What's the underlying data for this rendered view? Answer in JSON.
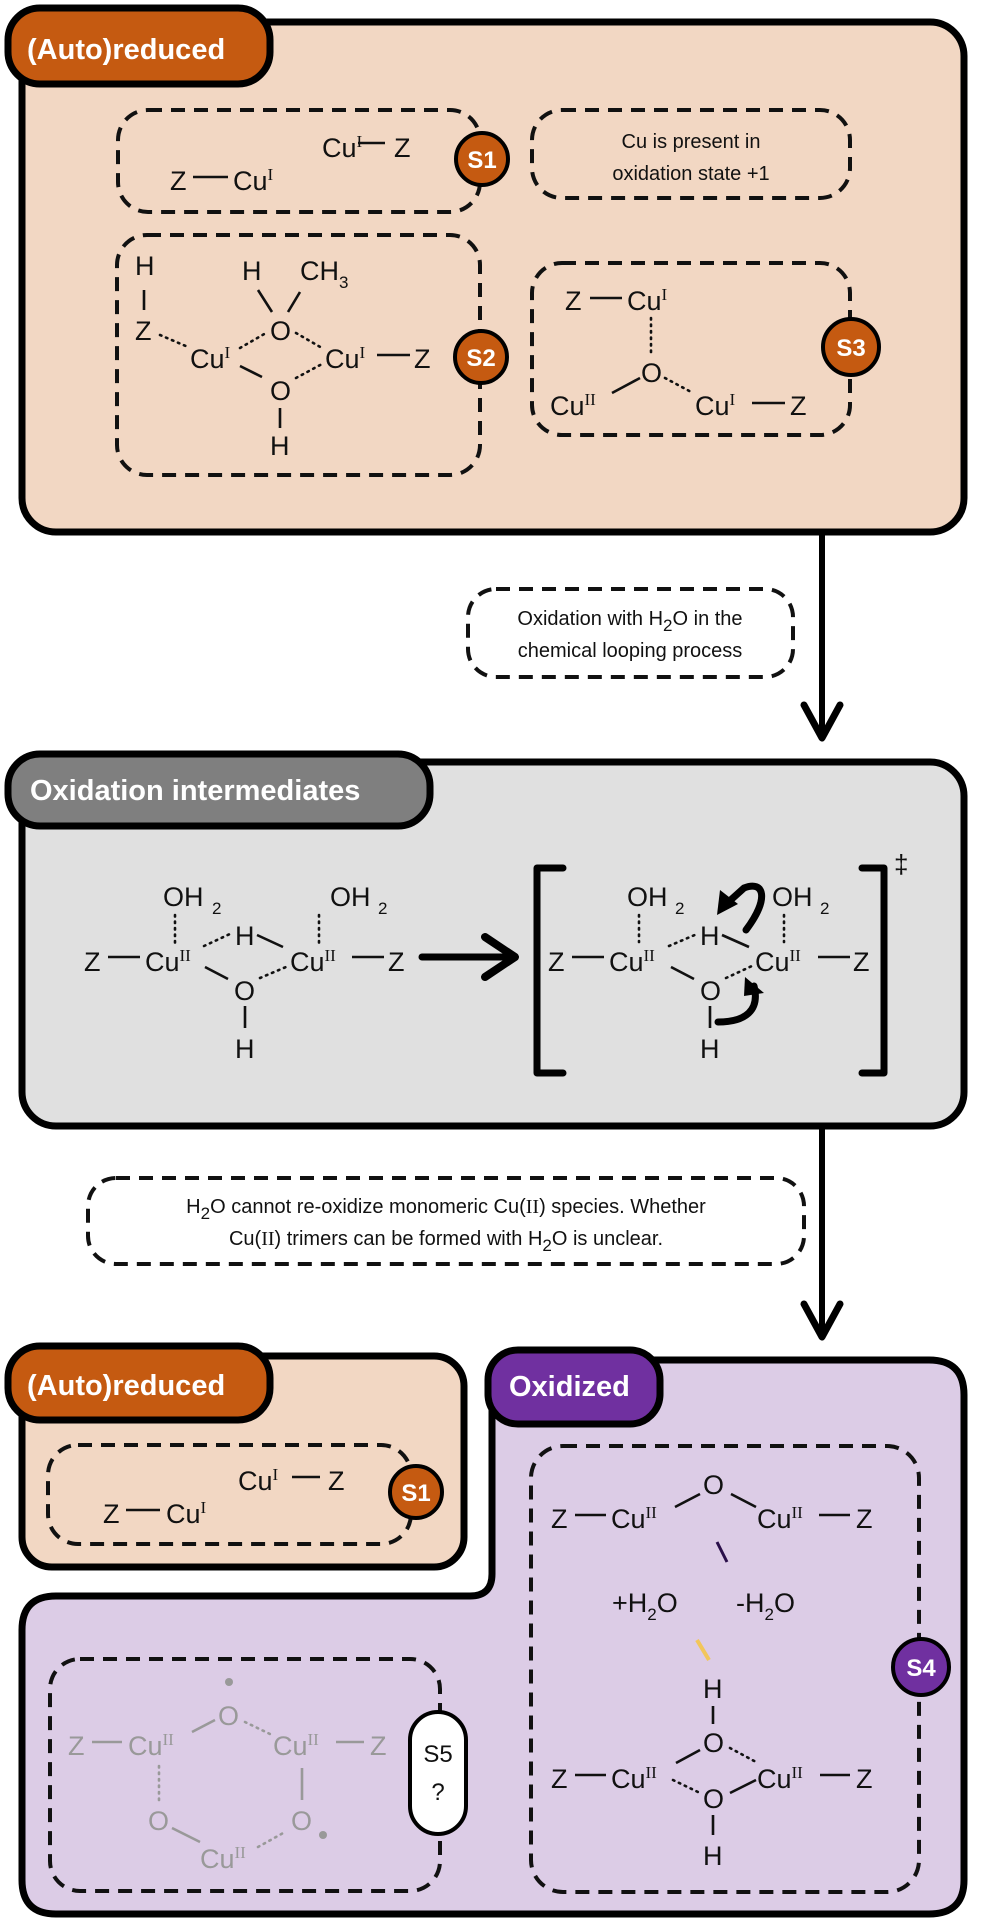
{
  "colors": {
    "reduced_fill": "#f2d7c3",
    "reduced_accent": "#c55a11",
    "intermediate_fill": "#e0e0e0",
    "intermediate_accent": "#7f7f7f",
    "oxidized_fill": "#dccce6",
    "oxidized_accent": "#7030a0",
    "s5_fill": "#efe7f4"
  },
  "panels": {
    "reduced_top": {
      "title": "(Auto)reduced",
      "note_line1": "Cu is present in",
      "note_line2": "oxidation state +1",
      "badges": [
        "S1",
        "S2",
        "S3"
      ]
    },
    "intermediates": {
      "title": "Oxidation intermediates",
      "ts_symbol": "‡"
    },
    "reduced_bottom": {
      "title": "(Auto)reduced",
      "badge": "S1"
    },
    "oxidized": {
      "title": "Oxidized",
      "badge": "S4",
      "plus_water": "+H",
      "minus_water": "-H",
      "s5_badge_line1": "S5",
      "s5_badge_line2": "?"
    }
  },
  "transitions": {
    "first": {
      "line1_pre": "Oxidation with H",
      "line1_post": "O in the",
      "line2": "chemical looping process"
    },
    "second": {
      "line1_pre": "H",
      "line1_mid": "O cannot re-oxidize monomeric Cu(",
      "line1_roman": "II",
      "line1_post": ") species. Whether",
      "line2_pre": "Cu(",
      "line2_roman": "II",
      "line2_mid": ") trimers can be formed with H",
      "line2_post": "O is unclear."
    }
  },
  "labels": {
    "Z": "Z",
    "Cu": "Cu",
    "O": "O",
    "H": "H",
    "CH": "CH",
    "OH": "OH",
    "two": "2",
    "three": "3",
    "I": "I",
    "II": "II"
  }
}
